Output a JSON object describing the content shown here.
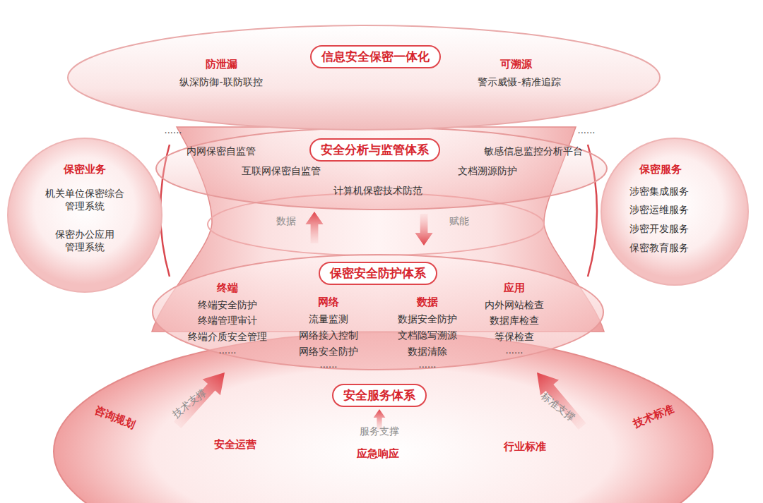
{
  "diagram": {
    "nodes": [
      {
        "text": [
          "防泄漏",
          "纵深防御-联防联控",
          "可溯源",
          "警示威慑-精准追踪"
        ]
      },
      {
        "text": [
          "信息安全保密一体化"
        ],
        "in": 0
      },
      {
        "text": [
          "保密业务",
          "机关单位保密综合管理系统",
          "保密办公应用管理系统"
        ]
      },
      {
        "text": [
          "内网保密自监管",
          "敏感信息监控分析平台",
          "互联网保密自监管",
          "文档溯源防护",
          "计算机保密技术防范"
        ]
      },
      {
        "text": [
          "安全分析与监管体系"
        ],
        "in": 3
      },
      {
        "text": [
          "保密服务",
          "涉密集成服务",
          "涉密运维服务",
          "涉密开发服务",
          "保密教育服务"
        ]
      },
      {
        "text": [
          "终端",
          "终端安全防护",
          "终端管理审计",
          "终端介质安全管理",
          "......",
          "网络",
          "流量监测",
          "网络接入控制",
          "网络安全防护",
          "......",
          "数据",
          "数据安全防护",
          "文档隐写溯源",
          "数据清除",
          "......",
          "应用",
          "内外网站检查",
          "数据库检查",
          "等保检查",
          "......"
        ]
      },
      {
        "text": [
          "保密安全防护体系"
        ],
        "in": 6
      },
      {
        "text": [
          "咨询规划",
          "安全运营",
          "应急响应",
          "行业标准",
          "技术标准"
        ]
      },
      {
        "text": [
          "安全服务体系"
        ],
        "in": 8
      }
    ],
    "labels": [
      "......",
      "......",
      "数据",
      "赋能",
      "技术支撑",
      "服务支撑",
      "标准支撑"
    ]
  }
}
